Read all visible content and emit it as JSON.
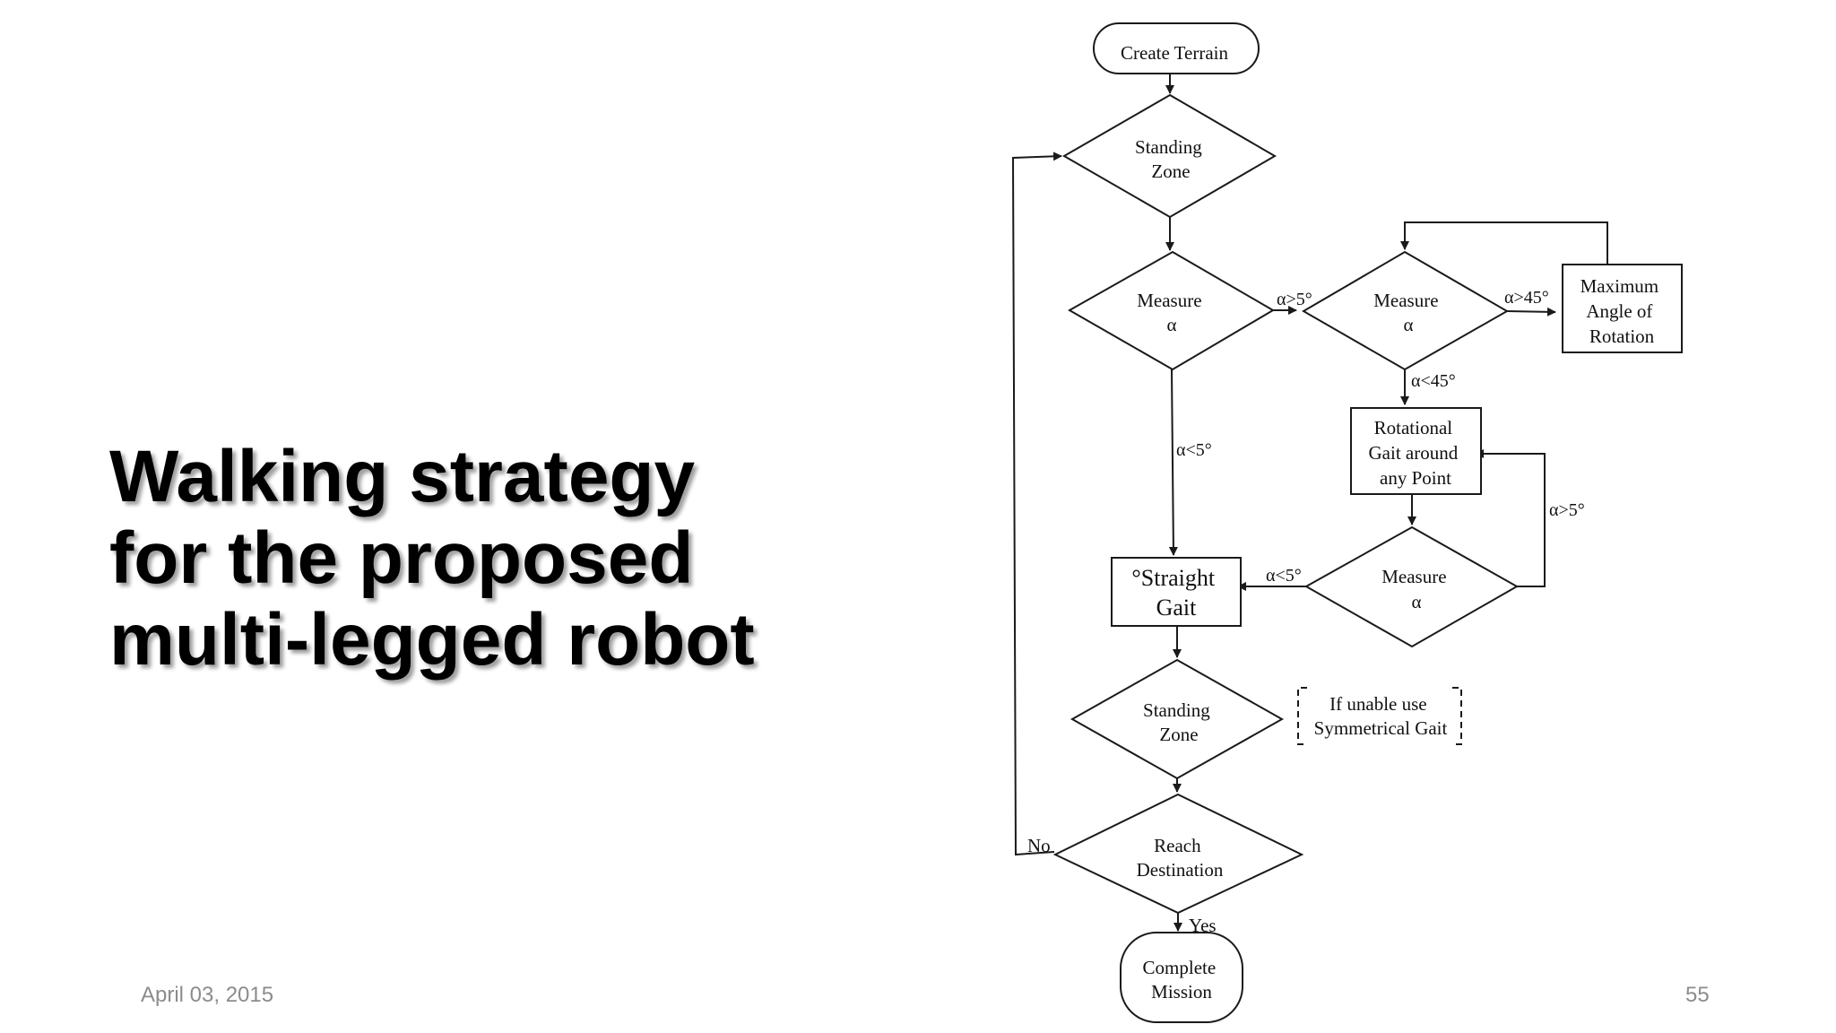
{
  "slide": {
    "title_lines": [
      "Walking strategy",
      "for the proposed",
      "multi-legged robot"
    ],
    "date": "April 03, 2015",
    "page_number": "55"
  },
  "flowchart": {
    "nodes": {
      "create_terrain": [
        "Create Terrain"
      ],
      "standing_zone_1": [
        "Standing",
        "Zone"
      ],
      "measure_1": [
        "Measure",
        "α"
      ],
      "measure_2": [
        "Measure",
        "α"
      ],
      "max_angle": [
        "Maximum",
        "Angle of",
        "Rotation"
      ],
      "rotational_gait": [
        "Rotational",
        "Gait around",
        "any Point"
      ],
      "measure_3": [
        "Measure",
        "α"
      ],
      "straight_gait": [
        "°Straight",
        "Gait"
      ],
      "standing_zone_2": [
        "Standing",
        "Zone"
      ],
      "symmetrical_note": [
        "If unable use",
        "Symmetrical Gait"
      ],
      "reach_destination": [
        "Reach",
        "Destination"
      ],
      "complete_mission": [
        "Complete",
        "Mission"
      ]
    },
    "edge_labels": {
      "gt5_top": "α>5°",
      "gt45": "α>45°",
      "lt45": "α<45°",
      "lt5_left": "α<5°",
      "gt5_right": "α>5°",
      "lt5_mid": "α<5°",
      "no": "No",
      "yes": "Yes"
    }
  }
}
